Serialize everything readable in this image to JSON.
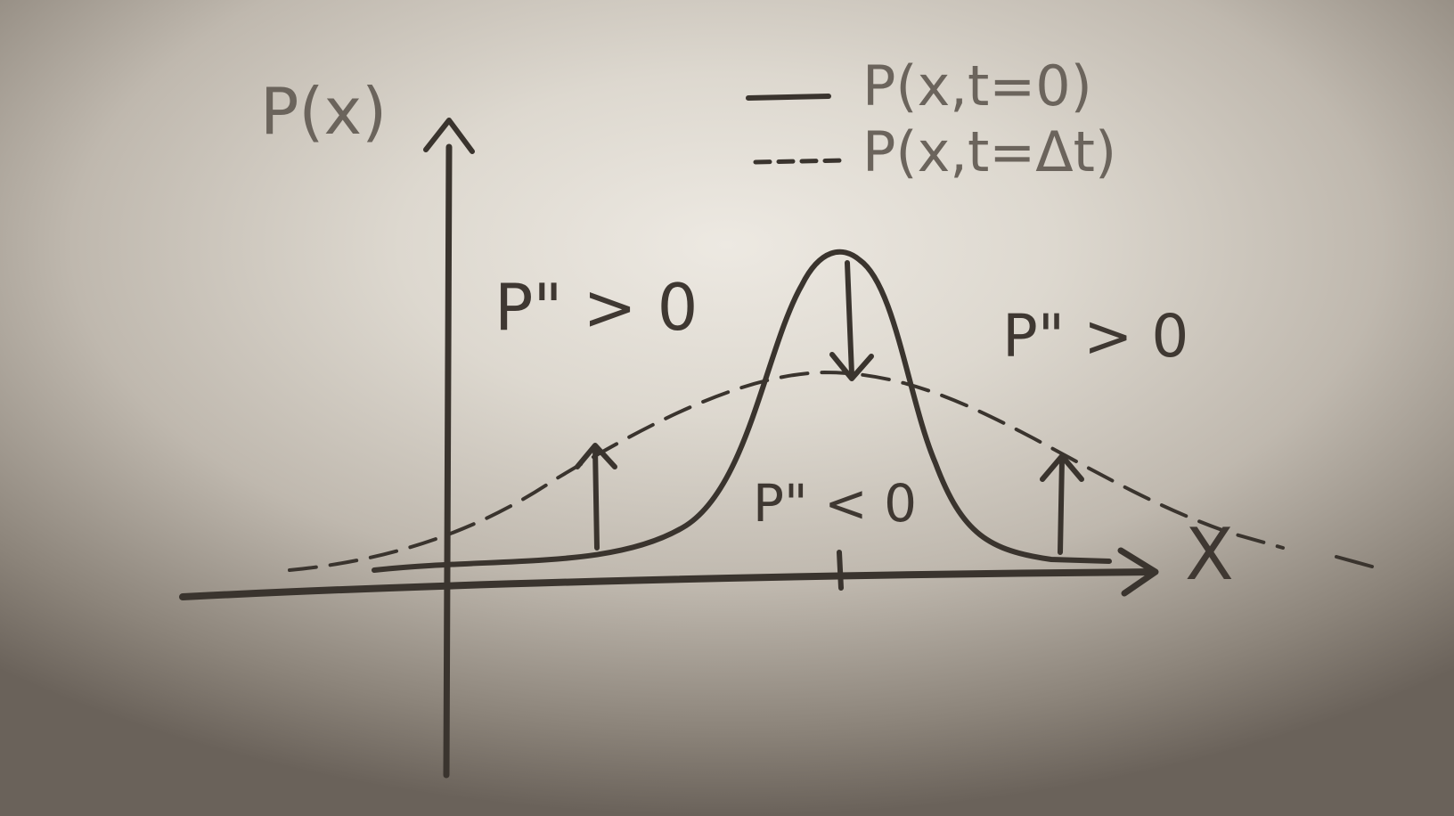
{
  "axes": {
    "y_label": "P(x)",
    "x_label": "X"
  },
  "legend": {
    "solid_label": "P(x,t=0)",
    "dashed_label": "P(x,t=Δt)"
  },
  "annotations": {
    "left_region": "P\" > 0",
    "center_region": "P\" < 0",
    "right_region": "P\" > 0"
  },
  "colors": {
    "pencil": "#3a342e",
    "pencil_light": "#7a7268",
    "paper": "#e6e1d9"
  }
}
